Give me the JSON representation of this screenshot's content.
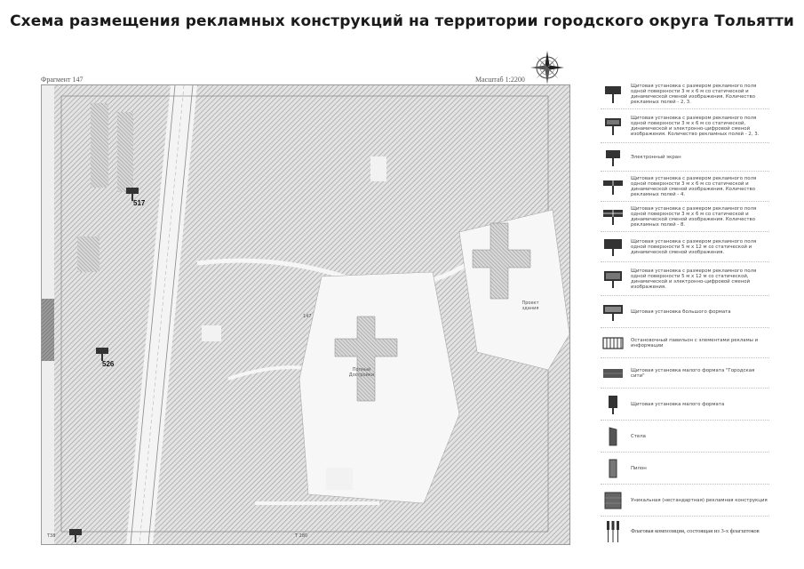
{
  "title": "Схема размещения рекламных конструкций на территории городского округа Тольятти",
  "fragment_label": "Фрагмент 147",
  "scale_label": "Масштаб 1:2200",
  "compass_icon": "compass-rose-icon",
  "map": {
    "center_label": "147",
    "building_label_1": "Полный\nДостройки",
    "building_label_2": "Проект\nздания",
    "bottom_left_label": "Т38",
    "bottom_center_label": "Т 280",
    "markers": [
      {
        "id": "517",
        "label": "517"
      },
      {
        "id": "526",
        "label": "526"
      }
    ]
  },
  "legend": [
    {
      "icon": "billboard-3x6-static-icon",
      "text": "Щитовая установка с размером рекламного поля одной поверхности 3 м х 6 м со статической и динамической сменой изображения. Количество рекламных полей - 2, 3."
    },
    {
      "icon": "billboard-3x6-digital-icon",
      "text": "Щитовая установка с размером рекламного поля одной поверхности 3 м х 6 м со статической, динамической и электронно-цифровой сменой изображения. Количество рекламных полей - 2, 3."
    },
    {
      "icon": "electronic-screen-icon",
      "text": "Электронный экран"
    },
    {
      "icon": "billboard-4-fields-icon",
      "text": "Щитовая установка с размером рекламного поля одной поверхности 3 м х 6 м со статической и динамической сменой изображения. Количество рекламных полей - 4."
    },
    {
      "icon": "billboard-8-fields-icon",
      "text": "Щитовая установка с размером рекламного поля одной поверхности 3 м х 6 м со статической и динамической сменой изображения. Количество рекламных полей - 8."
    },
    {
      "icon": "billboard-5x12-static-icon",
      "text": "Щитовая установка с размером рекламного поля одной поверхности 5 м х 12 м со статической и динамической сменой изображения."
    },
    {
      "icon": "billboard-5x12-digital-icon",
      "text": "Щитовая установка с размером рекламного поля одной поверхности 5 м х 12 м со статической, динамической и электронно-цифровой сменой изображения."
    },
    {
      "icon": "large-format-billboard-icon",
      "text": "Щитовая установка большого формата"
    },
    {
      "icon": "pavilion-icon",
      "text": "Остановочный павильон с элементами рекламы и информации"
    },
    {
      "icon": "city-format-icon",
      "text": "Щитовая установка малого формата \"Городская сити\""
    },
    {
      "icon": "small-format-icon",
      "text": "Щитовая установка малого формата"
    },
    {
      "icon": "stele-icon",
      "text": "Стела"
    },
    {
      "icon": "pylon-icon",
      "text": "Пилон"
    },
    {
      "icon": "unique-construction-icon",
      "text": "Уникальная (нестандартная) рекламная конструкция"
    },
    {
      "icon": "flag-composition-icon",
      "text": "Флаговая композиция, состоящая из 3-х флагштоков"
    }
  ],
  "colors": {
    "hatch": "#bdbdbd",
    "marker": "#333333",
    "frame": "#999999"
  }
}
